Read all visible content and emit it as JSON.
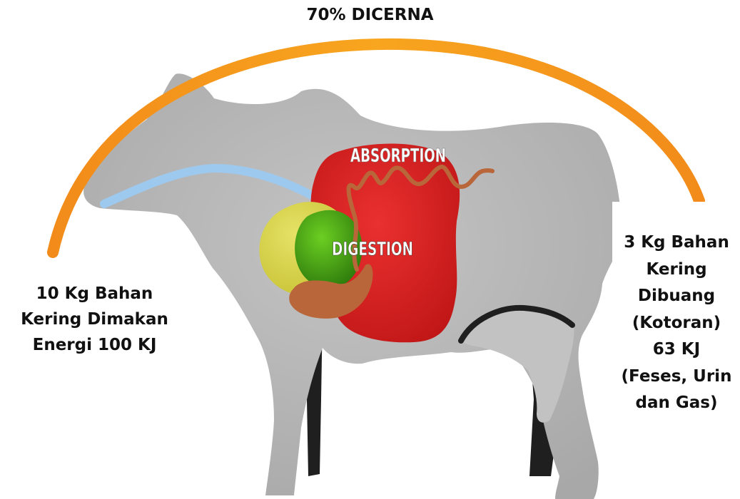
{
  "title": "70% DICERNA",
  "input_label": [
    "10 Kg Bahan",
    "Kering Dimakan",
    "Energi 100 KJ"
  ],
  "output_label": [
    "3 Kg Bahan",
    "Kering",
    "Dibuang",
    "(Kotoran)",
    "63 KJ",
    "(Feses, Urin",
    "dan Gas)"
  ],
  "organ_labels": {
    "absorption": "ABSORPTION",
    "digestion": "DIGESTION"
  },
  "colors": {
    "cow_body": "#b9b9b9",
    "arc": "#f5a01e",
    "esophagus": "#9ec9ee",
    "stomach_large": "#d81e1e",
    "stomach_yellow": "#d8d44a",
    "stomach_green": "#3c9a14",
    "intestine": "#b8663a",
    "legs_dark": "#1f1f1f"
  }
}
